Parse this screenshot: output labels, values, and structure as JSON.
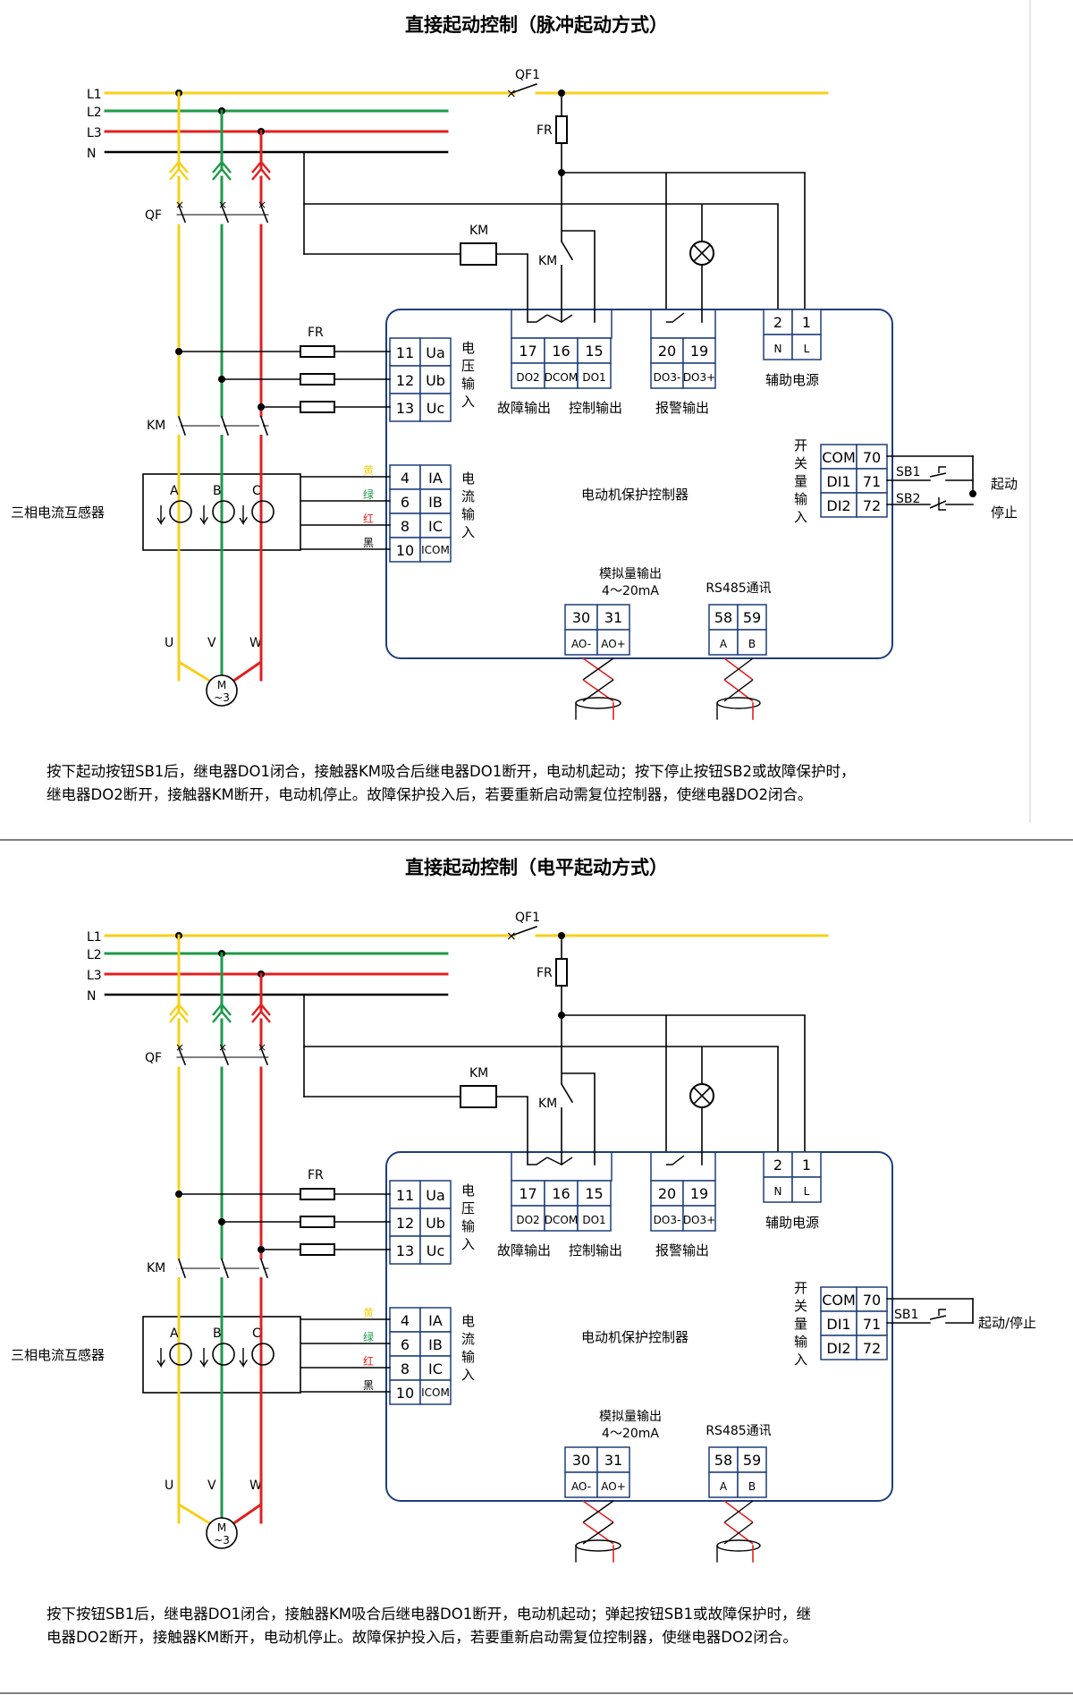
{
  "colors": {
    "l1": "#f6d019",
    "l2": "#1e9a4a",
    "l3": "#e02020",
    "neutral": "#000000",
    "device_border": "#1f3e7a"
  },
  "diagrams": [
    {
      "title": "直接起动控制（脉冲起动方式）",
      "line_labels": {
        "l1": "L1",
        "l2": "L2",
        "l3": "L3",
        "n": "N"
      },
      "qf1": "QF1",
      "fr_top": "FR",
      "km_coil": "KM",
      "km_contact": "KM",
      "qf": "QF",
      "fr": "FR",
      "km": "KM",
      "ct_label": "三相电流互感器",
      "ct_phases": [
        "A",
        "B",
        "C"
      ],
      "motor_terms": [
        "U",
        "V",
        "W"
      ],
      "motor": "M",
      "motor_sub": "~3",
      "device": "电动机保护控制器",
      "v_terms": [
        {
          "n": "11",
          "s": "Ua"
        },
        {
          "n": "12",
          "s": "Ub"
        },
        {
          "n": "13",
          "s": "Uc"
        }
      ],
      "v_label": [
        "电",
        "压",
        "输",
        "入"
      ],
      "i_terms": [
        {
          "n": "4",
          "s": "IA"
        },
        {
          "n": "6",
          "s": "IB"
        },
        {
          "n": "8",
          "s": "IC"
        },
        {
          "n": "10",
          "s": "ICOM"
        }
      ],
      "i_label": [
        "电",
        "流",
        "输",
        "入"
      ],
      "wire_colors": [
        "黄",
        "绿",
        "红",
        "黑"
      ],
      "do_nums": [
        "17",
        "16",
        "15"
      ],
      "do_subs": [
        "DO2",
        "DCOM",
        "DO1"
      ],
      "do_label1": "故障输出",
      "do_label2": "控制输出",
      "al_nums": [
        "20",
        "19"
      ],
      "al_subs": [
        "DO3-",
        "DO3+"
      ],
      "al_label": "报警输出",
      "pw_nums": [
        "2",
        "1"
      ],
      "pw_subs": [
        "N",
        "L"
      ],
      "pw_label": "辅助电源",
      "sw_label": [
        "开",
        "关",
        "量",
        "输",
        "入"
      ],
      "di": [
        {
          "s": "COM",
          "n": "70"
        },
        {
          "s": "DI1",
          "n": "71"
        },
        {
          "s": "DI2",
          "n": "72"
        }
      ],
      "sb1": "SB1",
      "sb2": "SB2",
      "start": "起动",
      "stop": "停止",
      "ao_label1": "模拟量输出",
      "ao_label2": "4～20mA",
      "ao_nums": [
        "30",
        "31"
      ],
      "ao_subs": [
        "AO-",
        "AO+"
      ],
      "rs_label": "RS485通讯",
      "rs_nums": [
        "58",
        "59"
      ],
      "rs_subs": [
        "A",
        "B"
      ],
      "desc1": "按下起动按钮SB1后，继电器DO1闭合，接触器KM吸合后继电器DO1断开，电动机起动；按下停止按钮SB2或故障保护时，",
      "desc2": "继电器DO2断开，接触器KM断开，电动机停止。故障保护投入后，若要重新启动需复位控制器，使继电器DO2闭合。"
    },
    {
      "title": "直接起动控制（电平起动方式）",
      "line_labels": {
        "l1": "L1",
        "l2": "L2",
        "l3": "L3",
        "n": "N"
      },
      "qf1": "QF1",
      "fr_top": "FR",
      "km_coil": "KM",
      "km_contact": "KM",
      "qf": "QF",
      "fr": "FR",
      "km": "KM",
      "ct_label": "三相电流互感器",
      "ct_phases": [
        "A",
        "B",
        "C"
      ],
      "motor_terms": [
        "U",
        "V",
        "W"
      ],
      "motor": "M",
      "motor_sub": "~3",
      "device": "电动机保护控制器",
      "v_terms": [
        {
          "n": "11",
          "s": "Ua"
        },
        {
          "n": "12",
          "s": "Ub"
        },
        {
          "n": "13",
          "s": "Uc"
        }
      ],
      "v_label": [
        "电",
        "压",
        "输",
        "入"
      ],
      "i_terms": [
        {
          "n": "4",
          "s": "IA"
        },
        {
          "n": "6",
          "s": "IB"
        },
        {
          "n": "8",
          "s": "IC"
        },
        {
          "n": "10",
          "s": "ICOM"
        }
      ],
      "i_label": [
        "电",
        "流",
        "输",
        "入"
      ],
      "wire_colors": [
        "黄",
        "绿",
        "红",
        "黑"
      ],
      "do_nums": [
        "17",
        "16",
        "15"
      ],
      "do_subs": [
        "DO2",
        "DCOM",
        "DO1"
      ],
      "do_label1": "故障输出",
      "do_label2": "控制输出",
      "al_nums": [
        "20",
        "19"
      ],
      "al_subs": [
        "DO3-",
        "DO3+"
      ],
      "al_label": "报警输出",
      "pw_nums": [
        "2",
        "1"
      ],
      "pw_subs": [
        "N",
        "L"
      ],
      "pw_label": "辅助电源",
      "sw_label": [
        "开",
        "关",
        "量",
        "输",
        "入"
      ],
      "di": [
        {
          "s": "COM",
          "n": "70"
        },
        {
          "s": "DI1",
          "n": "71"
        },
        {
          "s": "DI2",
          "n": "72"
        }
      ],
      "sb1": "SB1",
      "startstop": "起动/停止",
      "ao_label1": "模拟量输出",
      "ao_label2": "4～20mA",
      "ao_nums": [
        "30",
        "31"
      ],
      "ao_subs": [
        "AO-",
        "AO+"
      ],
      "rs_label": "RS485通讯",
      "rs_nums": [
        "58",
        "59"
      ],
      "rs_subs": [
        "A",
        "B"
      ],
      "desc1": "按下按钮SB1后，继电器DO1闭合，接触器KM吸合后继电器DO1断开，电动机起动；弹起按钮SB1或故障保护时，继",
      "desc2": "电器DO2断开，接触器KM断开，电动机停止。故障保护投入后，若要重新启动需复位控制器，使继电器DO2闭合。"
    }
  ]
}
